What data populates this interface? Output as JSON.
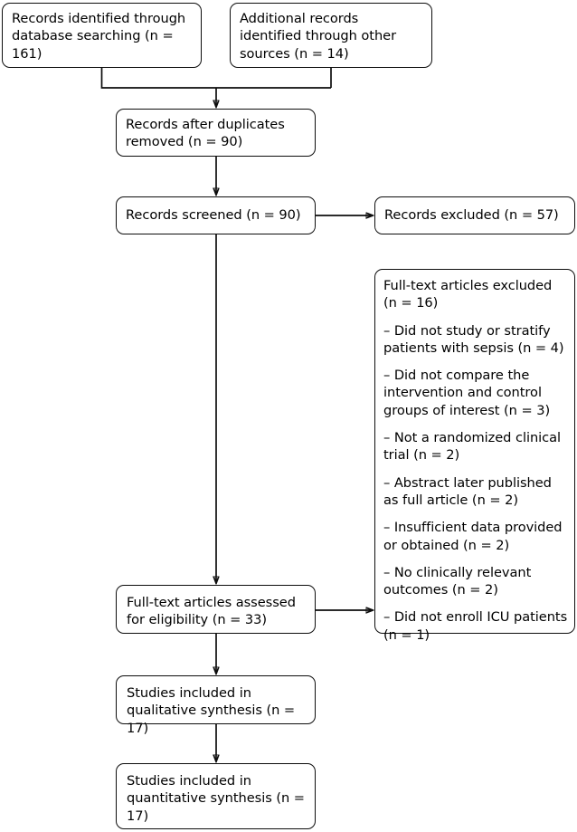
{
  "diagram": {
    "title": "PRISMA flow diagram",
    "type": "flowchart",
    "stroke_color": "#0d0d0d",
    "fill_color": "#ffffff",
    "text_color": "#000000"
  },
  "nodes": {
    "database_records": "Records identified through database searching (n = 161)",
    "other_records": "Additional records identified through other sources (n = 14)",
    "after_duplicates": "Records after duplicates removed (n = 90)",
    "screened": "Records screened (n = 90)",
    "records_excluded": "Records excluded (n = 57)",
    "fulltext_assessed": "Full-text articles assessed for eligibility (n = 33)",
    "qualitative": "Studies included in qualitative synthesis (n = 17)",
    "quantitative": "Studies included in quantitative synthesis (n = 17)"
  },
  "exclusions": {
    "heading": "Full-text articles excluded (n = 16)",
    "reasons": [
      "– Did not study or stratify patients with sepsis (n = 4)",
      "– Did not compare the intervention and control groups of interest (n = 3)",
      "– Not a randomized clinical trial (n = 2)",
      "– Abstract later published as full article (n = 2)",
      "– Insufficient data provided or obtained (n = 2)",
      "– No clinically relevant outcomes (n = 2)",
      "– Did not enroll ICU patients (n = 1)"
    ]
  },
  "counts": {
    "database_searching": 161,
    "other_sources": 14,
    "after_duplicates_removed": 90,
    "records_screened": 90,
    "records_excluded": 57,
    "fulltext_assessed": 33,
    "fulltext_excluded": 16,
    "qualitative_synthesis": 17,
    "quantitative_synthesis": 17,
    "reason_no_sepsis": 4,
    "reason_no_comparison": 3,
    "reason_not_rct": 2,
    "reason_abstract_only": 2,
    "reason_insufficient_data": 2,
    "reason_no_relevant_outcomes": 2,
    "reason_no_icu": 1
  }
}
